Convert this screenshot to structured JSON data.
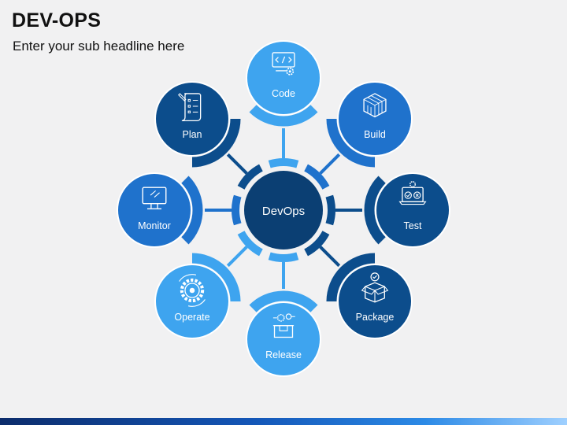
{
  "header": {
    "title": "DEV-OPS",
    "subtitle": "Enter your sub headline here"
  },
  "center": {
    "label": "DevOps"
  },
  "nodes": [
    {
      "label": "Code",
      "icon": "code-monitor-icon"
    },
    {
      "label": "Build",
      "icon": "cube-icon"
    },
    {
      "label": "Test",
      "icon": "test-laptop-icon"
    },
    {
      "label": "Package",
      "icon": "package-box-icon"
    },
    {
      "label": "Release",
      "icon": "release-box-icon"
    },
    {
      "label": "Operate",
      "icon": "operate-gear-icon"
    },
    {
      "label": "Monitor",
      "icon": "monitor-icon"
    },
    {
      "label": "Plan",
      "icon": "plan-checklist-icon"
    }
  ],
  "colors": {
    "dark": "#0c4d8c",
    "mid": "#1f72cc",
    "light": "#3ea4ef",
    "center": "#0b3f73",
    "background": "#f1f1f2"
  }
}
